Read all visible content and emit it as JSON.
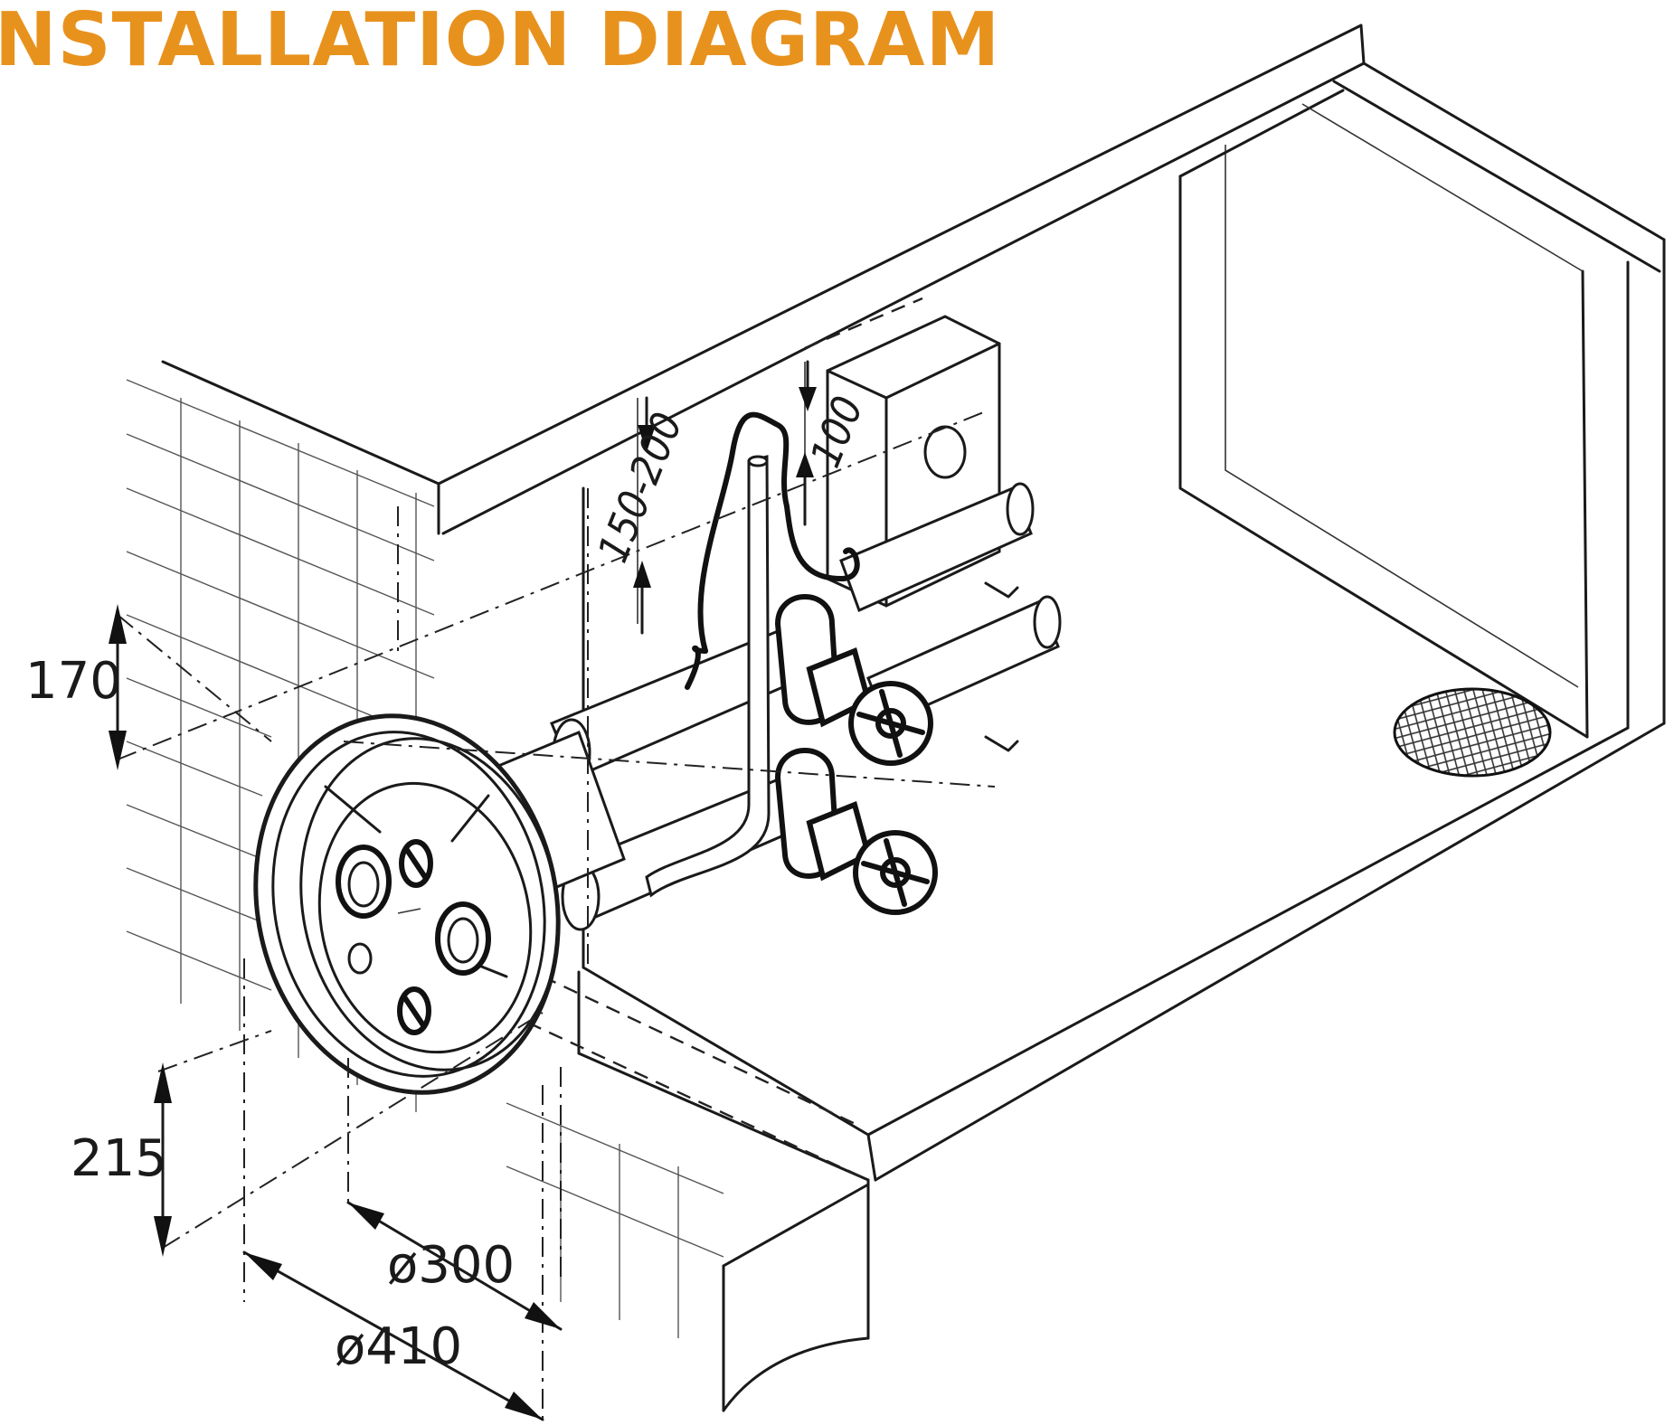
{
  "title": "NSTALLATION DIAGRAM",
  "colors": {
    "title": "#E8921E",
    "line": "#1a1a1a",
    "background": "#ffffff"
  },
  "dimensions": {
    "d170": "170",
    "d215": "215",
    "d150_200": "150-200",
    "d100": "100",
    "dia300": "ø300",
    "dia410": "ø410"
  }
}
